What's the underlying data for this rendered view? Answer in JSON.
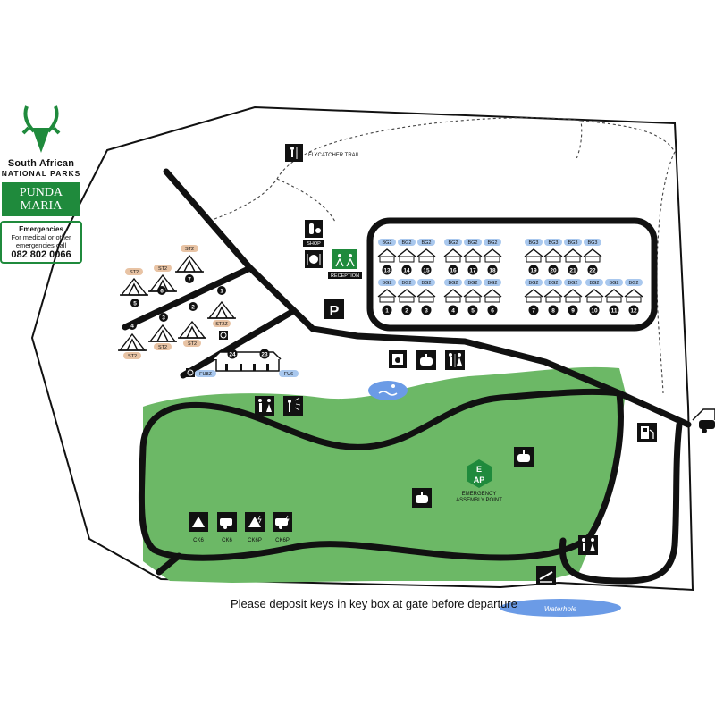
{
  "brand": {
    "line1": "South African",
    "line2": "NATIONAL PARKS",
    "camp_name_1": "PUNDA",
    "camp_name_2": "MARIA",
    "logo": "kudu-head-logo"
  },
  "emergency": {
    "title": "Emergencies",
    "text_1": "For medical or other",
    "text_2": "emergencies call",
    "phone": "082 802 0066"
  },
  "labels": {
    "flycatcher_trail": "FLYCATCHER TRAIL",
    "shop": "SHOP",
    "reception": "RECEPTION",
    "parking": "P",
    "emergency_assembly_1": "EMERGENCY",
    "emergency_assembly_2": "ASSEMBLY POINT",
    "eap_e": "E",
    "eap_ap": "AP",
    "waterhole": "Waterhole",
    "keys_note": "Please deposit keys in key box at gate before departure"
  },
  "colors": {
    "green_area": "#6cb866",
    "brand_green": "#1f8a3c",
    "pill_blue": "#a9c8ee",
    "pill_tan": "#e8c3a4",
    "water_blue": "#6b9be6"
  },
  "bungalows": {
    "row1": [
      {
        "type": "BG2",
        "num": "13"
      },
      {
        "type": "BG2",
        "num": "14"
      },
      {
        "type": "BG2",
        "num": "15"
      },
      {
        "type": "BG2",
        "num": "16"
      },
      {
        "type": "BG2",
        "num": "17"
      },
      {
        "type": "BG2",
        "num": "18"
      },
      {
        "type": "BG3",
        "num": "19"
      },
      {
        "type": "BG3",
        "num": "20"
      },
      {
        "type": "BG3",
        "num": "21"
      },
      {
        "type": "BG3",
        "num": "22"
      }
    ],
    "row2": [
      {
        "type": "BG2",
        "num": "1"
      },
      {
        "type": "BG2",
        "num": "2"
      },
      {
        "type": "BG2",
        "num": "3"
      },
      {
        "type": "BG2",
        "num": "4"
      },
      {
        "type": "BG2",
        "num": "5"
      },
      {
        "type": "BG2",
        "num": "6"
      },
      {
        "type": "BG2",
        "num": "7"
      },
      {
        "type": "BG2",
        "num": "8"
      },
      {
        "type": "BG2",
        "num": "9"
      },
      {
        "type": "BG2",
        "num": "10"
      },
      {
        "type": "BG2",
        "num": "11"
      },
      {
        "type": "BG2",
        "num": "12"
      }
    ]
  },
  "tents": [
    {
      "type": "ST2",
      "num": "7"
    },
    {
      "type": "ST2",
      "num": "6"
    },
    {
      "type": "ST2",
      "num": "5"
    },
    {
      "type": "ST2",
      "num": "4"
    },
    {
      "type": "ST2",
      "num": "3"
    },
    {
      "type": "ST2",
      "num": "2"
    },
    {
      "type": "ST2Z",
      "num": "1"
    }
  ],
  "family_units": {
    "num_left": "24",
    "num_right": "23",
    "label_left": "FU8Z",
    "label_right": "FU6"
  },
  "campsites": [
    {
      "label": "CK6",
      "icon": "tent-icon"
    },
    {
      "label": "CK6",
      "icon": "caravan-icon"
    },
    {
      "label": "CK6P",
      "icon": "tent-power-icon"
    },
    {
      "label": "CK6P",
      "icon": "caravan-power-icon"
    }
  ],
  "facilities": [
    "shop-icon",
    "restaurant-icon",
    "reception-icon",
    "parking-icon",
    "laundry-icon",
    "kitchen-icon",
    "toilets-icon",
    "swimming-pool-icon",
    "shower-icon",
    "fuel-icon",
    "braai-icon",
    "disabled-access-icon"
  ]
}
